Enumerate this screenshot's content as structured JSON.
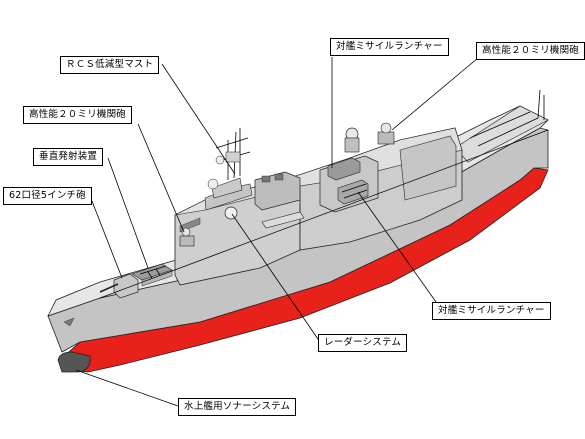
{
  "labels": {
    "rcs_mast": "ＲＣＳ低減型マスト",
    "gun_20mm_fore": "高性能２０ミリ機関砲",
    "vls": "垂直発射装置",
    "gun_5inch": "62口径5インチ砲",
    "asm_launcher_top": "対艦ミサイルランチャー",
    "gun_20mm_aft": "高性能２０ミリ機関砲",
    "asm_launcher_side": "対艦ミサイルランチャー",
    "radar_system": "レーダーシステム",
    "sonar_system": "水上艦用ソナーシステム"
  },
  "colors": {
    "hull_red": "#e8211b",
    "hull_grey": "#c4c4c4",
    "superstructure": "#cfcfcf",
    "deck": "#dedede",
    "bow_dark": "#555555",
    "outline": "#222222"
  }
}
